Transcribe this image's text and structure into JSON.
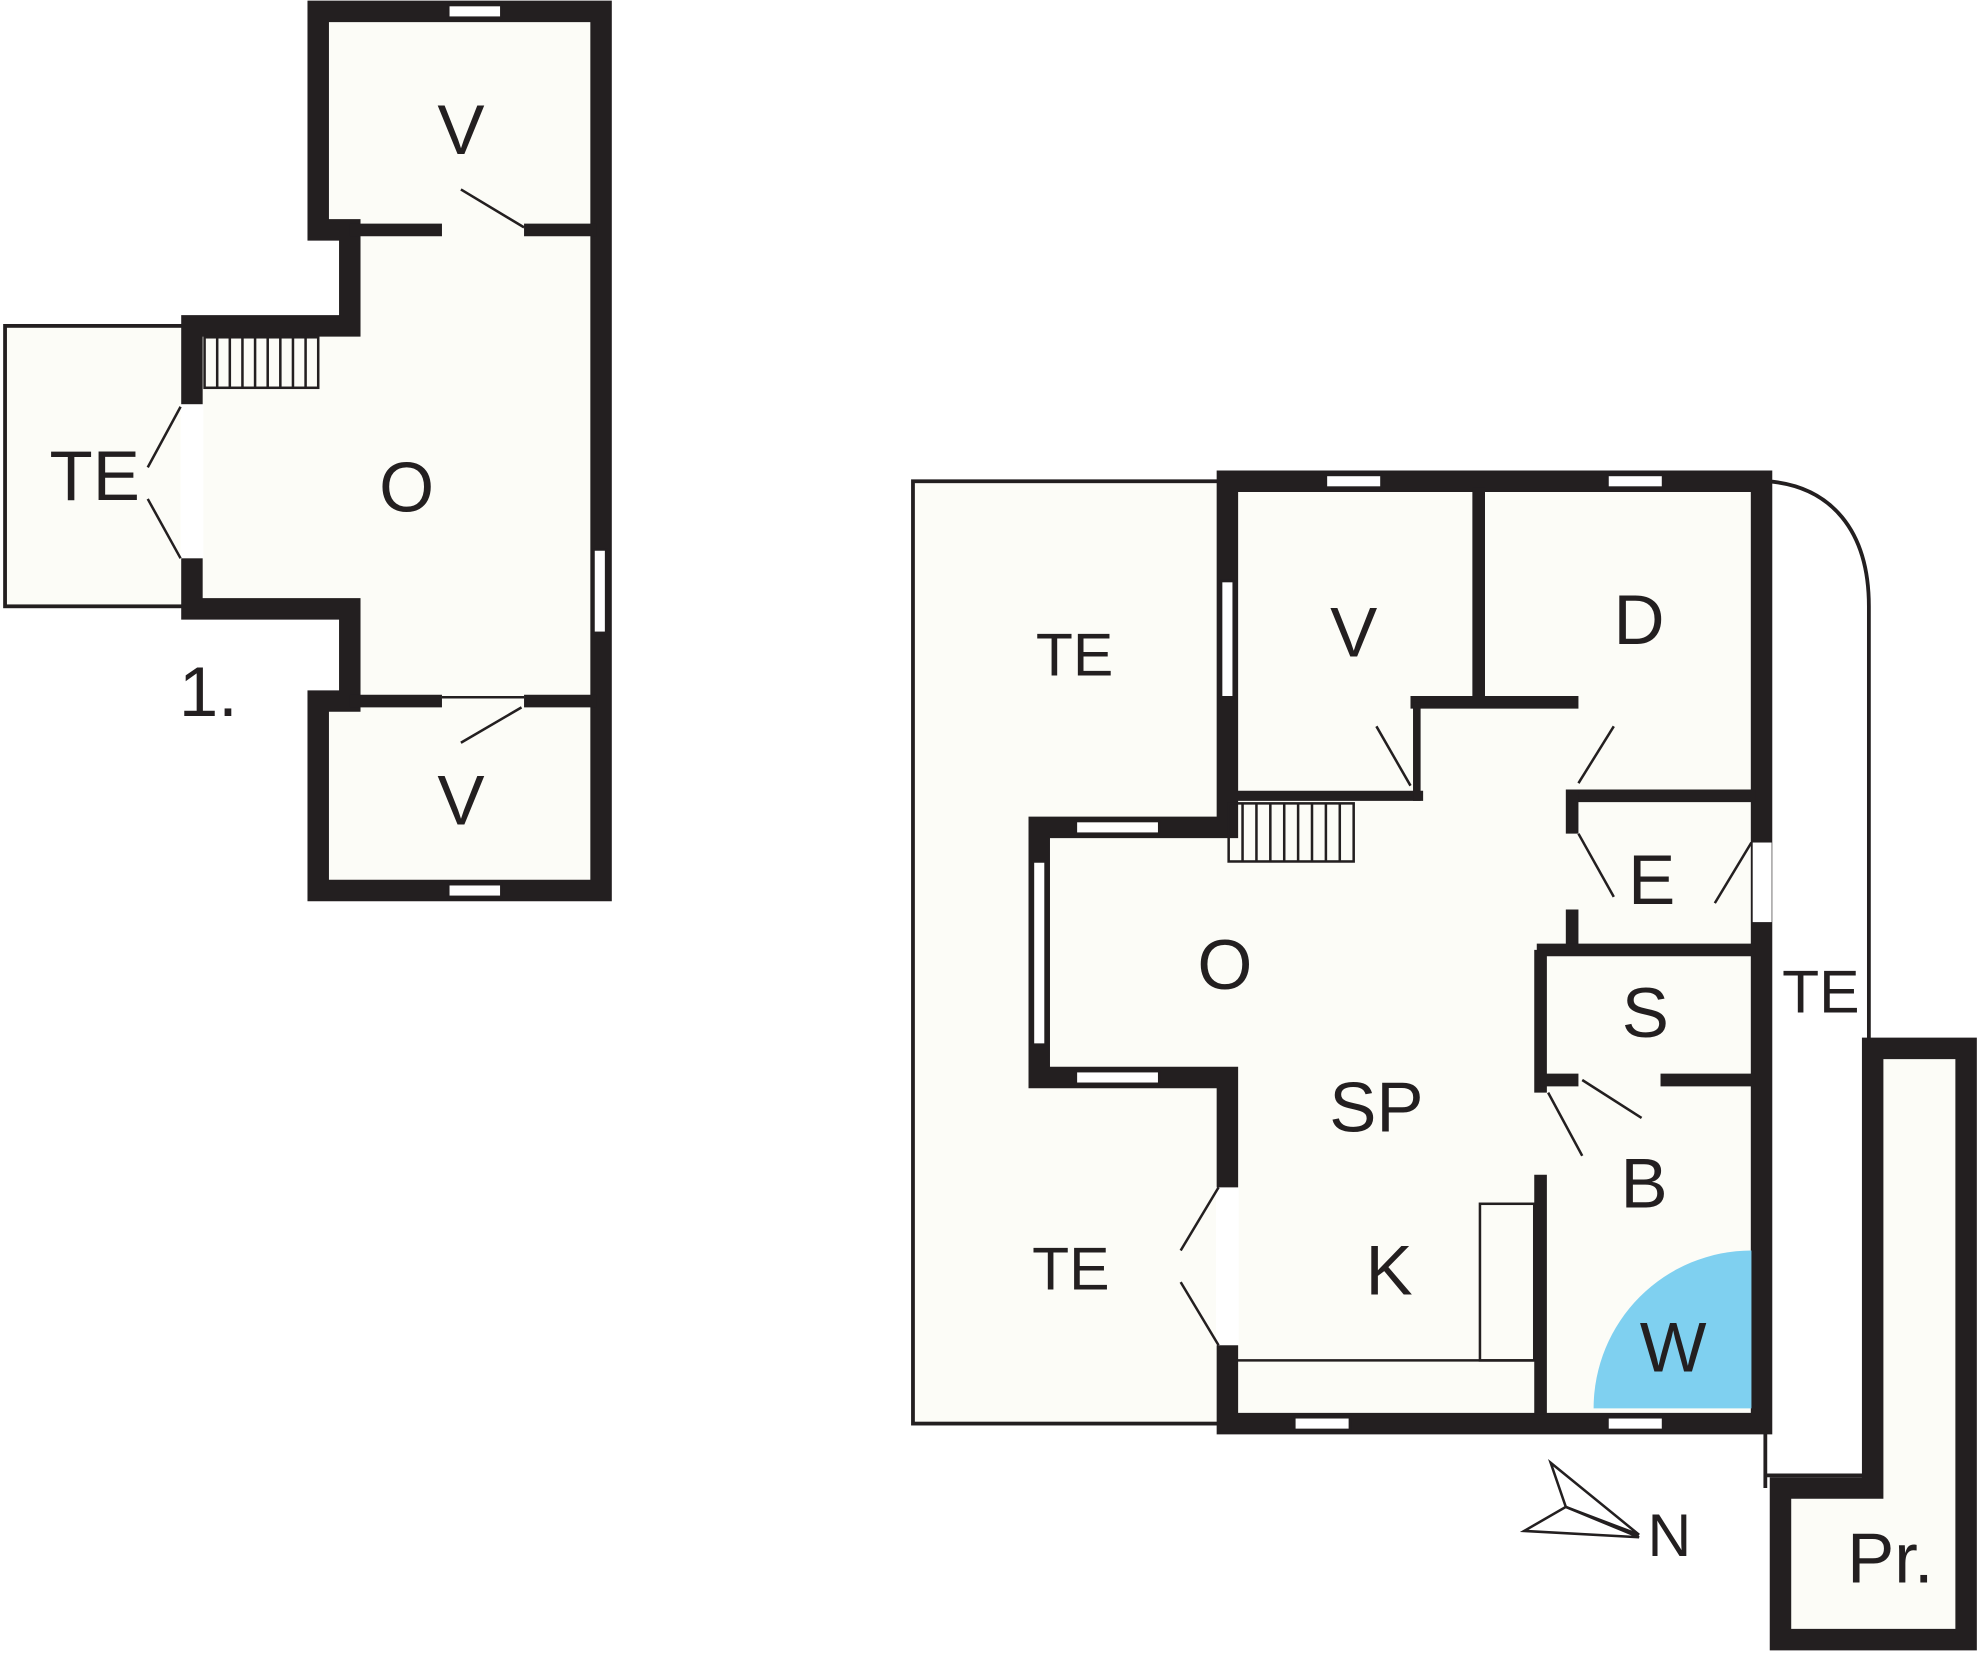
{
  "floor_marker": "1.",
  "upper_floor": {
    "rooms": [
      "V",
      "O",
      "TE",
      "V"
    ]
  },
  "ground_floor": {
    "rooms": [
      "TE",
      "V",
      "D",
      "E",
      "O",
      "S",
      "TE",
      "SP",
      "B",
      "TE",
      "K",
      "W",
      "Pr."
    ]
  },
  "compass": {
    "label": "N"
  },
  "colors": {
    "wall": "#231f20",
    "floor": "#fcfcf7",
    "wet_area": "#7fd0f0"
  }
}
